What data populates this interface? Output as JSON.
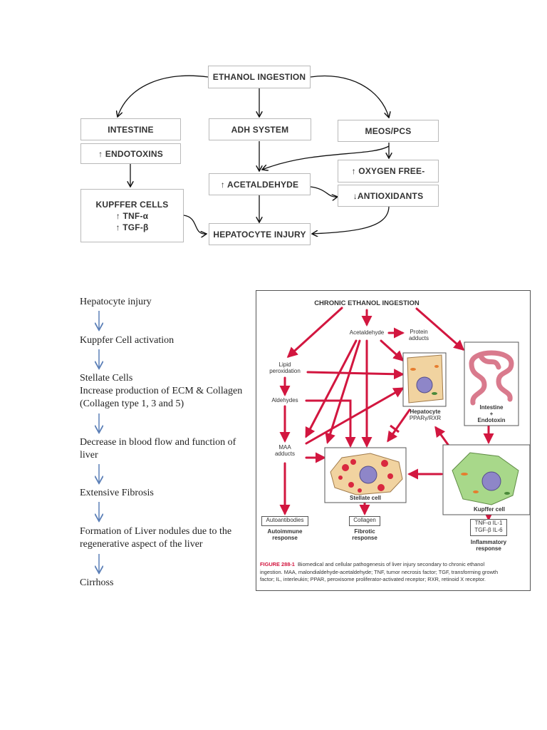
{
  "top_flow": {
    "ethanol": "ETHANOL INGESTION",
    "intestine": "INTESTINE",
    "adh": "ADH SYSTEM",
    "meos": "MEOS/PCS",
    "endotoxins": "↑ ENDOTOXINS",
    "acetaldehyde": "↑ ACETALDEHYDE",
    "oxygen": "↑ OXYGEN FREE-",
    "antioxidants": "↓ANTIOXIDANTS",
    "kupffer_title": "KUPFFER CELLS",
    "kupffer_tnf": "↑ TNF-α",
    "kupffer_tgf": "↑ TGF-β",
    "hepatocyte": "HEPATOCYTE INJURY"
  },
  "steps": [
    "Hepatocyte injury",
    "Kuppfer Cell activation",
    "Stellate Cells",
    "Increase production of ECM & Collagen",
    "(Collagen type 1, 3 and 5)",
    "Decrease in blood flow and function of",
    "liver",
    "Extensive Fibrosis",
    "Formation of Liver nodules due to the",
    "regenerative aspect of the liver",
    "Cirrhoss"
  ],
  "figure": {
    "title": "CHRONIC ETHANOL INGESTION",
    "acetaldehyde": "Acetaldehyde",
    "protein_adducts_1": "Protein",
    "protein_adducts_2": "adducts",
    "lipid_1": "Lipid",
    "lipid_2": "peroxidation",
    "aldehydes": "Aldehydes",
    "maa_1": "MAA",
    "maa_2": "adducts",
    "hepatocyte_1": "Hepatocyte",
    "hepatocyte_2": "PPARγ/RXR",
    "intestine_1": "Intestine",
    "intestine_2": "+",
    "intestine_3": "Endotoxin",
    "stellate": "Stellate cell",
    "kupffer": "Kupffer cell",
    "autoantibodies": "Autoantibodies",
    "autoimmune_1": "Autoimmune",
    "autoimmune_2": "response",
    "collagen": "Collagen",
    "fibrotic_1": "Fibrotic",
    "fibrotic_2": "response",
    "cytokines_1": "TNF-α IL-1",
    "cytokines_2": "TGF-β IL-6",
    "inflammatory_1": "Inflammatory",
    "inflammatory_2": "response",
    "caption_label": "FIGURE 288-1",
    "caption_line1": "Biomedical and cellular pathogenesis of liver injury secondary to chronic ethanol",
    "caption_line2": "ingestion. MAA, malondialdehyde-acetaldehyde; TNF, tumor necrosis factor; TGF, transforming growth",
    "caption_line3": "factor; IL, interleukin; PPAR, peroxisome proliferator-activated receptor; RXR, retinoid X receptor.",
    "colors": {
      "arrow": "#d2163f",
      "cell_green": "#a8d88a",
      "cell_tan": "#f1d3a0",
      "nucleus": "#8e86c8",
      "rbc": "#d9283f",
      "intestine": "#f2a6b4"
    }
  }
}
